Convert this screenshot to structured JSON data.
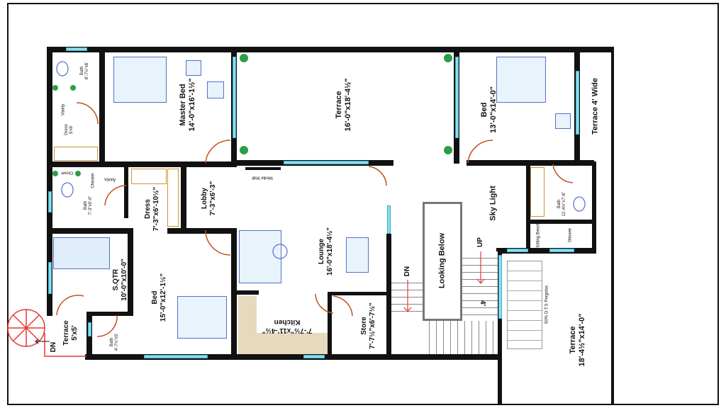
{
  "rooms": {
    "master_bed": {
      "name": "Master Bed",
      "size": "14'-0\"x16'-1½\""
    },
    "terrace_center": {
      "name": "Terrace",
      "size": "16'-0\"x18'-4½\""
    },
    "bed_right": {
      "name": "Bed",
      "size": "13'-0\"x14'-0\""
    },
    "terrace_wide": {
      "name": "Terrace 4' Wide"
    },
    "bath_top_left": {
      "name": "Bath",
      "size": "8'-7½\"x6'"
    },
    "dress_top_left": {
      "name": "Dress",
      "size": "5'x6'"
    },
    "bath_mid_left": {
      "name": "Bath",
      "size": "7'-3\"x9'-0\""
    },
    "dress_mid": {
      "name": "Dress",
      "size": "7'-3\"x6'-10½\""
    },
    "lobby": {
      "name": "Lobby",
      "size": "7'-3\"x6'-3\""
    },
    "lounge": {
      "name": "Lounge",
      "size": "16'-0\"x18'-4½\""
    },
    "sqtr": {
      "name": "S.QTR",
      "size": "10'-0\"x10'-0\""
    },
    "bed_bottom": {
      "name": "Bed",
      "size": "15'-0\"x12'-1½\""
    },
    "terrace_small": {
      "name": "Terrace",
      "size": "5'x5'"
    },
    "bath_small": {
      "name": "Bath",
      "size": "4'-7½\"x5'"
    },
    "kitchen": {
      "name": "Kitchen",
      "size": "7'-7½\"x11'-4½\""
    },
    "store": {
      "name": "Store",
      "size": "7'-7½\"x6'-7½\""
    },
    "looking_below": {
      "name": "Looking Below"
    },
    "sky_light": {
      "name": "Sky Light"
    },
    "bath_right": {
      "name": "Bath",
      "size": "11'-4½\"x7'-6\""
    },
    "terrace_right": {
      "name": "Terrace",
      "size": "18'-4½\"x14'-0\""
    }
  },
  "fixtures": {
    "media_wall": "Media Wall",
    "vanity": "Vanity",
    "closet": "Closet",
    "cheater": "Cheater",
    "shower": "Shower",
    "sitting_bench": "Sitting Bench",
    "pergolas": "50% O.T.S Pergolas"
  },
  "stairs": {
    "dn": "DN",
    "up": "UP",
    "width": "4'",
    "spiral_dn": "DN"
  },
  "colors": {
    "wall": "#111111",
    "window": "#8fdcea",
    "door": "#c0521e",
    "furniture": "#5570c8",
    "kitchen_floor": "#e6d9bd",
    "stair_arrow": "#e53935",
    "spiral": "#e53935"
  }
}
